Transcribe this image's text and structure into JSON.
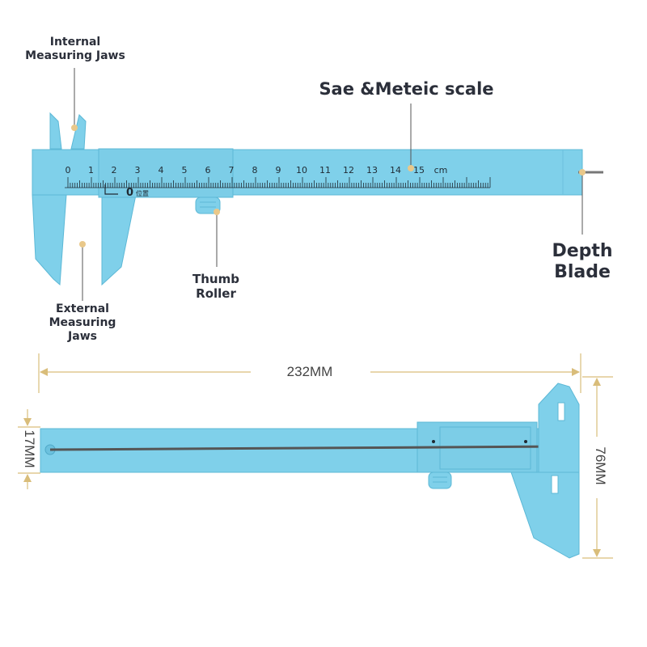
{
  "labels": {
    "internal_jaws": [
      "Internal",
      "Measuring Jaws"
    ],
    "scale": "Sae &Meteic scale",
    "depth_blade": [
      "Depth",
      "Blade"
    ],
    "thumb_roller": [
      "Thumb",
      "Roller"
    ],
    "external_jaws": [
      "External",
      "Measuring",
      "Jaws"
    ]
  },
  "scale": {
    "numbers": [
      "0",
      "1",
      "2",
      "3",
      "4",
      "5",
      "6",
      "7",
      "8",
      "9",
      "10",
      "11",
      "12",
      "13",
      "14",
      "15"
    ],
    "unit": "cm",
    "vernier_zero": "0",
    "vernier_text": "位置"
  },
  "dimensions": {
    "length": "232MM",
    "width": "17MM",
    "height": "76MM"
  },
  "colors": {
    "body": "#7fd0ea",
    "body_edge": "#5cb8d6",
    "leader": "#555555",
    "dimension_line": "#d9bd7a",
    "dot": "#e9c88a",
    "label": "#2b2f3a"
  }
}
